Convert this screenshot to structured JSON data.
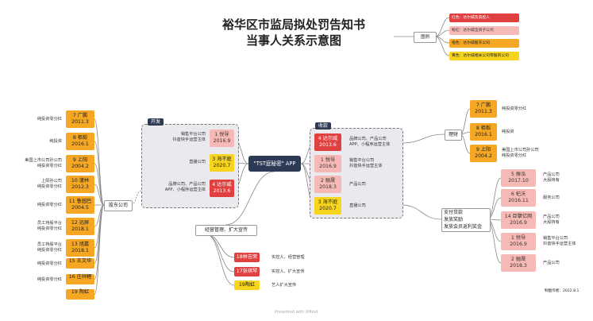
{
  "title": {
    "line1": "裕华区市监局拟处罚告知书",
    "line2": "当事人关系示意图"
  },
  "legend": {
    "label": "图例",
    "items": [
      {
        "text": "红色：达尔威及其控人",
        "color": "#e04040"
      },
      {
        "text": "粉红：达尔威全资子公司",
        "color": "#f7b9b5"
      },
      {
        "text": "橙色：达尔威股东公司",
        "color": "#f5a623"
      },
      {
        "text": "黄色：达尔威相关公司零股的公司",
        "color": "#f7d51e"
      }
    ]
  },
  "center": {
    "label": "\"TST庭秘密\" APP"
  },
  "groups": {
    "dev": "开发",
    "collect": "收款",
    "manage": "经营管理、扩大宣传",
    "shareholder": "股东公司",
    "finance": "理财",
    "pay": "支付货款\n发放奖励\n发放会员返利奖金"
  },
  "dev_nodes": [
    {
      "id": "1",
      "name": "1 悦导",
      "year": "2016.9",
      "desc": "销售平台公司\n抖音快手运营主体",
      "color": "pink"
    },
    {
      "id": "3",
      "name": "3 海不庭",
      "year": "2020.7",
      "desc": "直播公司",
      "color": "yellow"
    },
    {
      "id": "4",
      "name": "4 达尔威",
      "year": "2013.6",
      "desc": "品牌公司、产品公司\nAPP、小程序运营主体",
      "color": "red"
    }
  ],
  "collect_nodes": [
    {
      "name": "4 达尔威",
      "year": "2013.6",
      "desc": "品牌公司、产品公司\nAPP、小程序运营主体",
      "color": "red"
    },
    {
      "name": "1 悦导",
      "year": "2016.9",
      "desc": "销售平台公司\n抖音快手运营主体",
      "color": "pink"
    },
    {
      "name": "2 骊晟",
      "year": "2018.3",
      "desc": "产品公司",
      "color": "pink"
    },
    {
      "name": "3 海不庭",
      "year": "2020.7",
      "desc": "直播公司",
      "color": "yellow"
    }
  ],
  "manage_nodes": [
    {
      "name": "18林吉荣",
      "desc": "实控人、经营管理",
      "color": "red"
    },
    {
      "name": "17张琪琴",
      "desc": "实控人、扩大宣传",
      "color": "red"
    },
    {
      "name": "19陶虹",
      "desc": "艺人扩大宣传",
      "color": "yellow"
    }
  ],
  "left_nodes": [
    {
      "name": "7 广鹏",
      "year": "2011.3",
      "desc": "纯投资零分红"
    },
    {
      "name": "8 栢毅",
      "year": "2016.1",
      "desc": "纯投资"
    },
    {
      "name": "9 上阳",
      "year": "2004.2",
      "desc": "美国上市公司孙公司\n纯投资零分红"
    },
    {
      "name": "10 谨林",
      "year": "2012.3",
      "desc": "上阳孙公司\n纯投资零分红"
    },
    {
      "name": "11 鲁园巴",
      "year": "2004.5",
      "desc": "纯投资零分红"
    },
    {
      "name": "12 远屏",
      "year": "2018.1",
      "desc": "员工持股平台\n纯投资零分红"
    },
    {
      "name": "13 旭嘉",
      "year": "2018.1",
      "desc": "员工持股平台\n纯投资零分红"
    },
    {
      "name": "15 王文华",
      "year": "",
      "desc": "纯投资零分红"
    },
    {
      "name": "16 庄祥鲤",
      "year": "",
      "desc": "纯投资零分红"
    },
    {
      "name": "19 陶虹",
      "year": "",
      "desc": ""
    }
  ],
  "finance_nodes": [
    {
      "name": "7 广鹏",
      "year": "2011.3",
      "desc": "纯投资零分红"
    },
    {
      "name": "8 栢毅",
      "year": "2016.1",
      "desc": "纯投资"
    },
    {
      "name": "9 上阳",
      "year": "2004.2",
      "desc": "美国上市公司孙公司\n纯投资零分红"
    }
  ],
  "pay_nodes": [
    {
      "name": "5 振泓",
      "year": "2017.10",
      "desc": "产品公司\n大股持有",
      "color": "pink"
    },
    {
      "name": "6 杞沃",
      "year": "2016.11",
      "desc": "服务公司",
      "color": "pink"
    },
    {
      "name": "14 巨擘亿网",
      "year": "2016.9",
      "desc": "产品公司\n大股持有",
      "color": "pink"
    },
    {
      "name": "1 悦导",
      "year": "2016.9",
      "desc": "销售平台公司\n抖音快手运营主体",
      "color": "pink"
    },
    {
      "name": "2 骊晟",
      "year": "2018.3",
      "desc": "产品公司",
      "color": "pink"
    }
  ],
  "footer": {
    "maker": "制图作者：",
    "date": "2022.8.1",
    "credit": "Presented with XMind"
  }
}
